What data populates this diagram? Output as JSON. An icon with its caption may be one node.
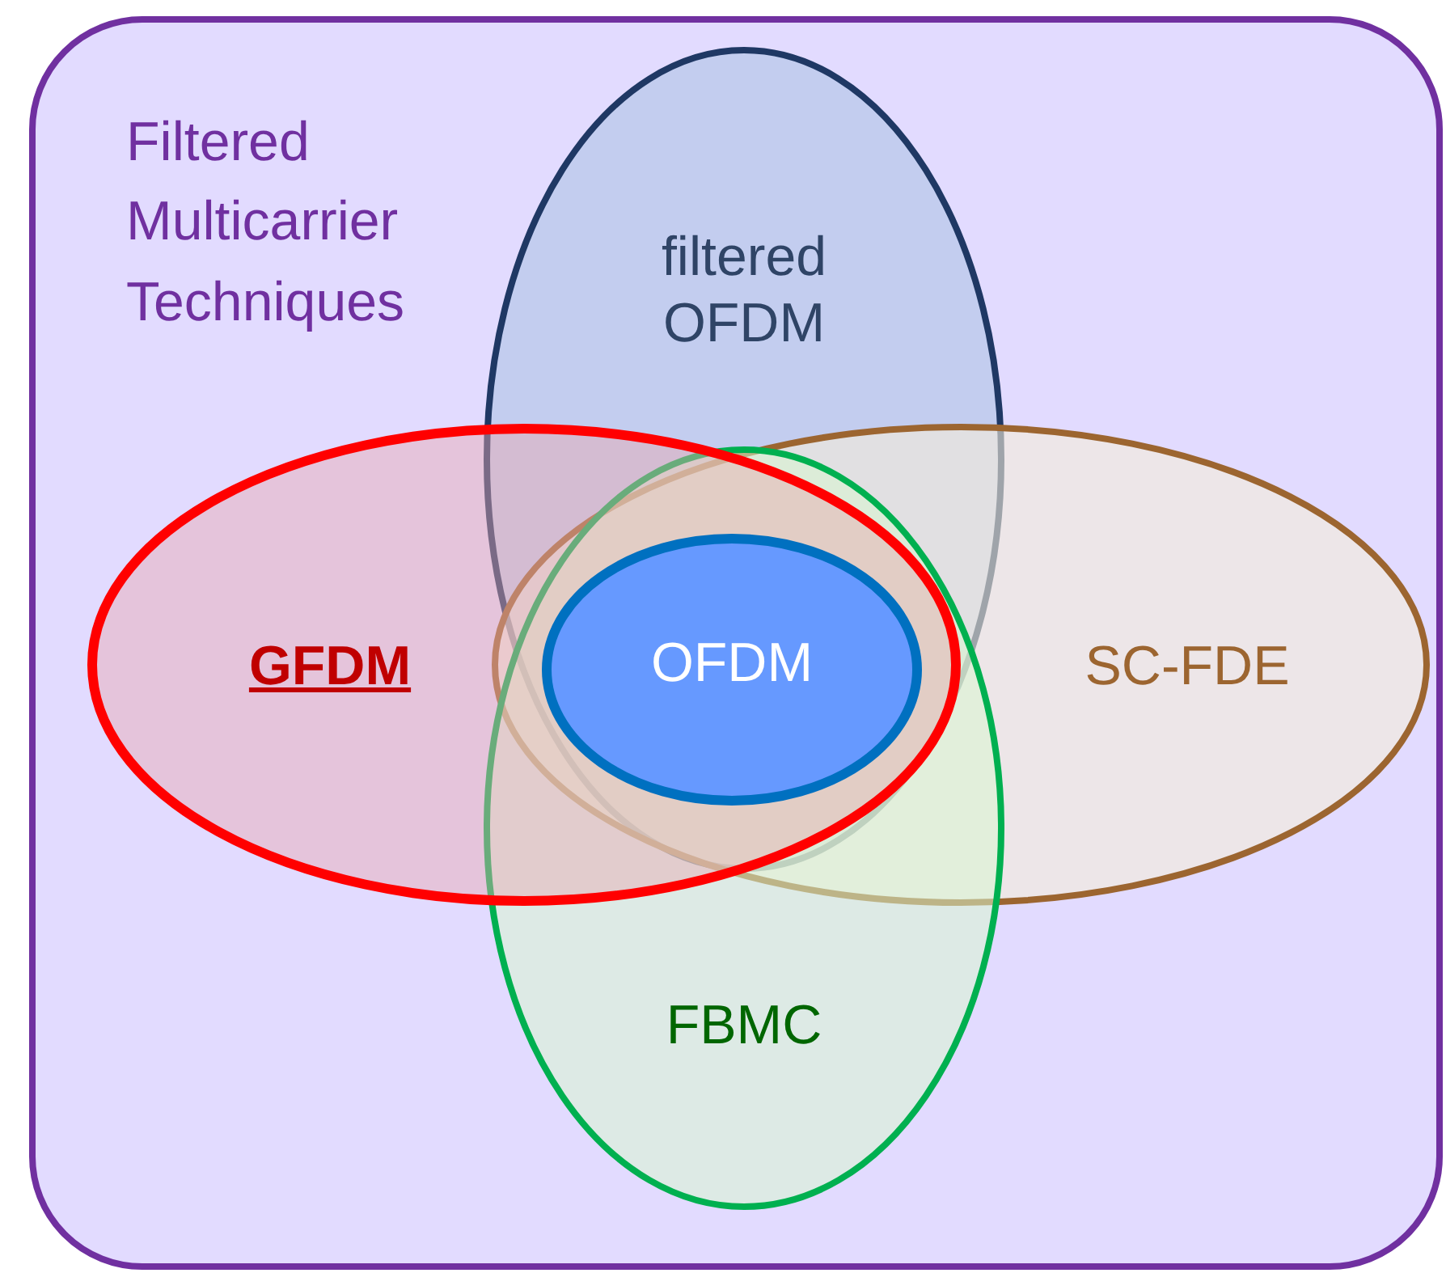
{
  "diagram": {
    "nodes": [
      {
        "text": [
          "Filtered Multicarrier Techniques"
        ]
      },
      {
        "text": [
          "filtered OFDM"
        ],
        "in": 0
      },
      {
        "text": [
          "GFDM"
        ],
        "in": 0
      },
      {
        "text": [
          "SC-FDE"
        ],
        "in": 0
      },
      {
        "text": [
          "FBMC"
        ],
        "in": 0
      },
      {
        "text": [
          "OFDM"
        ]
      }
    ],
    "edges": []
  }
}
